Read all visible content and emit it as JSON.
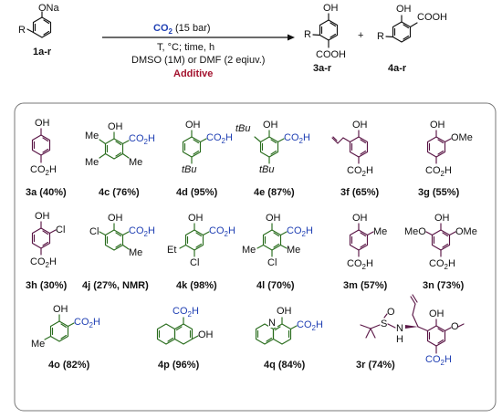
{
  "reaction": {
    "substrate_label": "1a-r",
    "substrate_atom": "ONa",
    "r_group": "R",
    "conditions": {
      "reagent": "CO",
      "reagent_sub": "2",
      "reagent_pressure": " (15 bar)",
      "line2": "T, °C; time, h",
      "line3": "DMSO (1M) or DMF (2 eqiuv.)",
      "additive": "Additive"
    },
    "product1_label": "3a-r",
    "product2_label": "4a-r",
    "plus": "+",
    "oh": "OH",
    "cooh": "COOH"
  },
  "products": [
    {
      "label": "3a (40%)"
    },
    {
      "label": "4c (76%)"
    },
    {
      "label": "4d (95%)"
    },
    {
      "label": "4e (87%)"
    },
    {
      "label": "3f (65%)"
    },
    {
      "label": "3g (55%)"
    },
    {
      "label": "3h (30%)"
    },
    {
      "label": "4j (27%, NMR)"
    },
    {
      "label": "4k (98%)"
    },
    {
      "label": "4l (70%)"
    },
    {
      "label": "3m (57%)"
    },
    {
      "label": "3n (73%)"
    },
    {
      "label": "4o (82%)"
    },
    {
      "label": "4p (96%)"
    },
    {
      "label": "4q (84%)"
    },
    {
      "label": "3r (74%)"
    }
  ],
  "atoms": {
    "oh": "OH",
    "co2h": "CO",
    "co2h_sub": "2",
    "co2h_tail": "H",
    "me": "Me",
    "tbu": "tBu",
    "ome": "OMe",
    "meo": "MeO",
    "cl": "Cl",
    "et": "Et",
    "n": "N",
    "s": "S",
    "o": "O",
    "h": "H"
  },
  "colors": {
    "product3": "#5a1646",
    "product4": "#2a6d1e",
    "blue": "#1f3fb3",
    "additive": "#a3122e",
    "box_border": "#777777"
  }
}
